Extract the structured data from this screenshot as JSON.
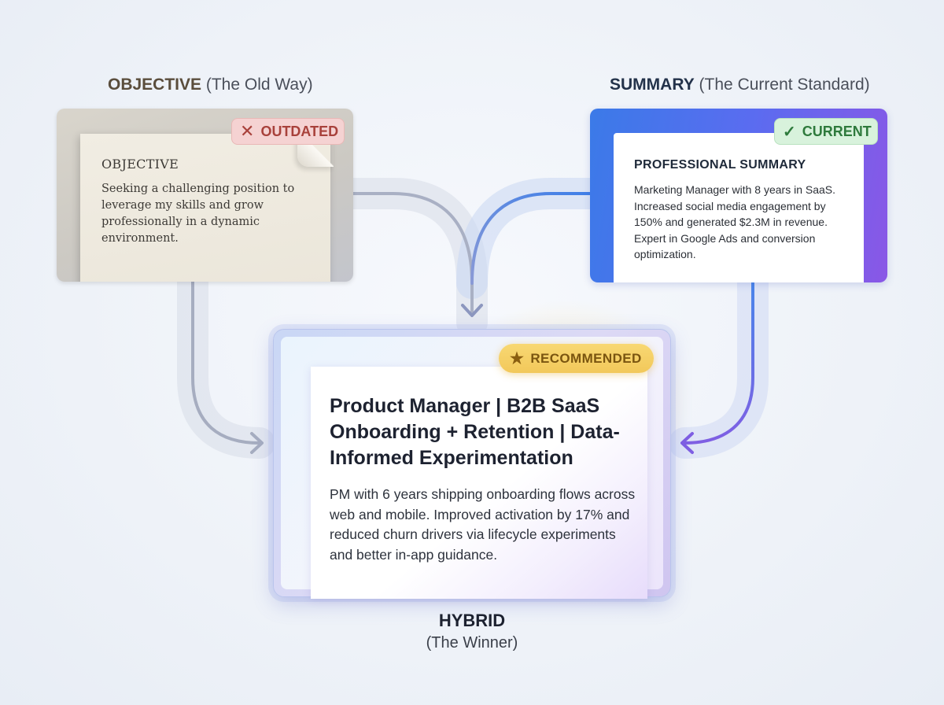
{
  "objective": {
    "label_bold": "OBJECTIVE",
    "label_rest": " (The Old Way)",
    "badge": "OUTDATED",
    "badge_icon": "x-icon",
    "heading": "OBJECTIVE",
    "text": "Seeking a challenging position to leverage my skills and grow professionally in a dynamic environment."
  },
  "summary": {
    "label_bold": "SUMMARY",
    "label_rest": " (The Current Standard)",
    "badge": "CURRENT",
    "badge_icon": "check-icon",
    "heading": "PROFESSIONAL SUMMARY",
    "text": "Marketing Manager with 8 years in SaaS. Increased social media engagement by 150% and generated $2.3M in revenue. Expert in Google Ads and conversion optimization."
  },
  "hybrid": {
    "badge": "RECOMMENDED",
    "badge_icon": "star-icon",
    "title": "Product Manager | B2B SaaS Onboarding + Retention | Data-Informed Experimentation",
    "text": "PM with 6 years shipping onboarding flows across web and mobile. Improved activation by 17% and reduced churn drivers via lifecycle experiments and better in-app guidance.",
    "label": "HYBRID",
    "sublabel": "(The Winner)"
  },
  "colors": {
    "outdated": "#a8413b",
    "current": "#2e7a3c",
    "recommended": "#f2c85a",
    "summary_gradient_start": "#3b7ae8",
    "summary_gradient_end": "#8a57e6"
  }
}
